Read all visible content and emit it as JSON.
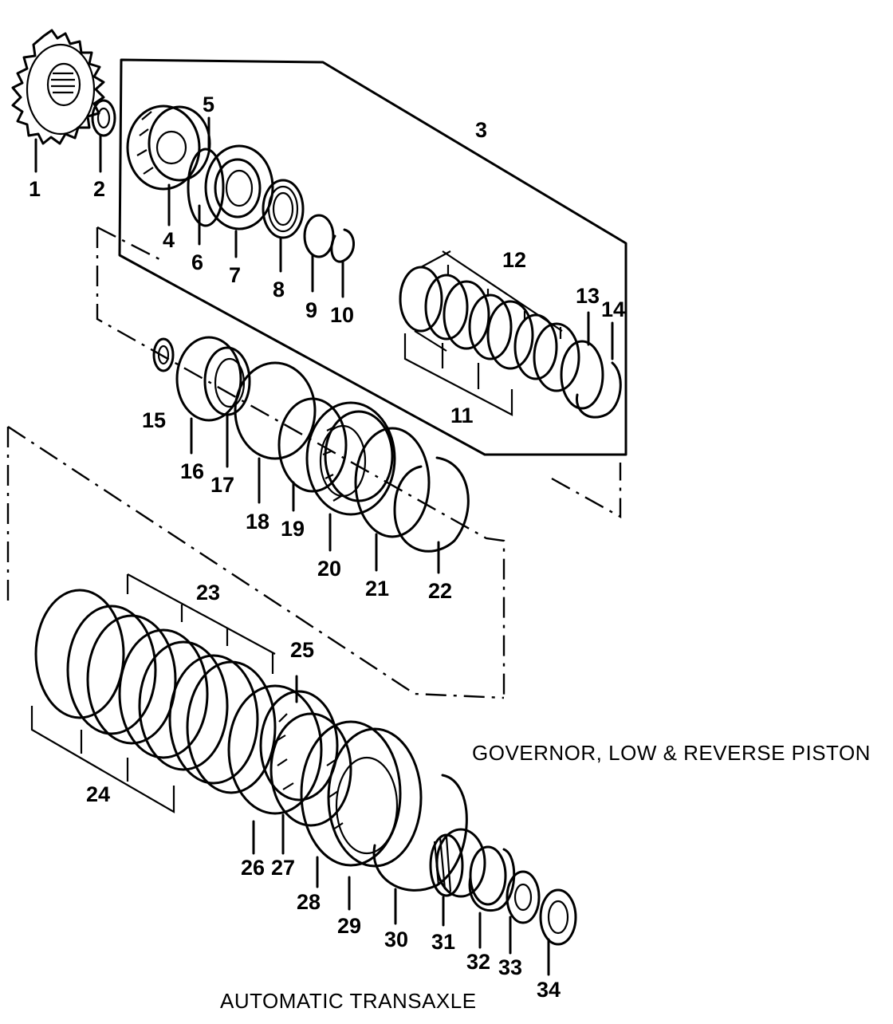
{
  "figure": {
    "title": "GOVERNOR, LOW &  REVERSE PISTON",
    "subtitle": "AUTOMATIC TRANSAXLE"
  },
  "callouts": [
    "1",
    "2",
    "3",
    "4",
    "5",
    "6",
    "7",
    "8",
    "9",
    "10",
    "11",
    "12",
    "13",
    "14",
    "15",
    "16",
    "17",
    "18",
    "19",
    "20",
    "21",
    "22",
    "23",
    "24",
    "25",
    "26",
    "27",
    "28",
    "29",
    "30",
    "31",
    "32",
    "33",
    "34"
  ]
}
